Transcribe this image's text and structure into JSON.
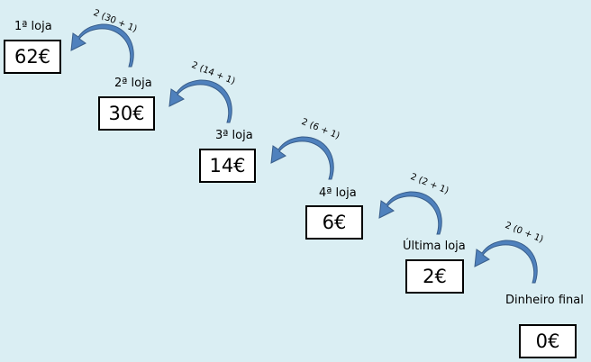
{
  "steps": [
    {
      "label": "1ª loja",
      "amount": "62€"
    },
    {
      "label": "2ª loja",
      "amount": "30€"
    },
    {
      "label": "3ª loja",
      "amount": "14€"
    },
    {
      "label": "4ª loja",
      "amount": "6€"
    },
    {
      "label": "Última loja",
      "amount": "2€"
    },
    {
      "label": "Dinheiro final",
      "amount": "0€"
    }
  ],
  "formulas": [
    "2 (30 + 1)",
    "2 (14 + 1)",
    "2 (6 + 1)",
    "2 (2 + 1)",
    "2 (0 + 1)"
  ],
  "colors": {
    "background": "#daeef3",
    "arrow_fill": "#4f81bd",
    "arrow_stroke": "#385d8a"
  },
  "icons": {
    "arrow": "curved-arrow-icon"
  }
}
